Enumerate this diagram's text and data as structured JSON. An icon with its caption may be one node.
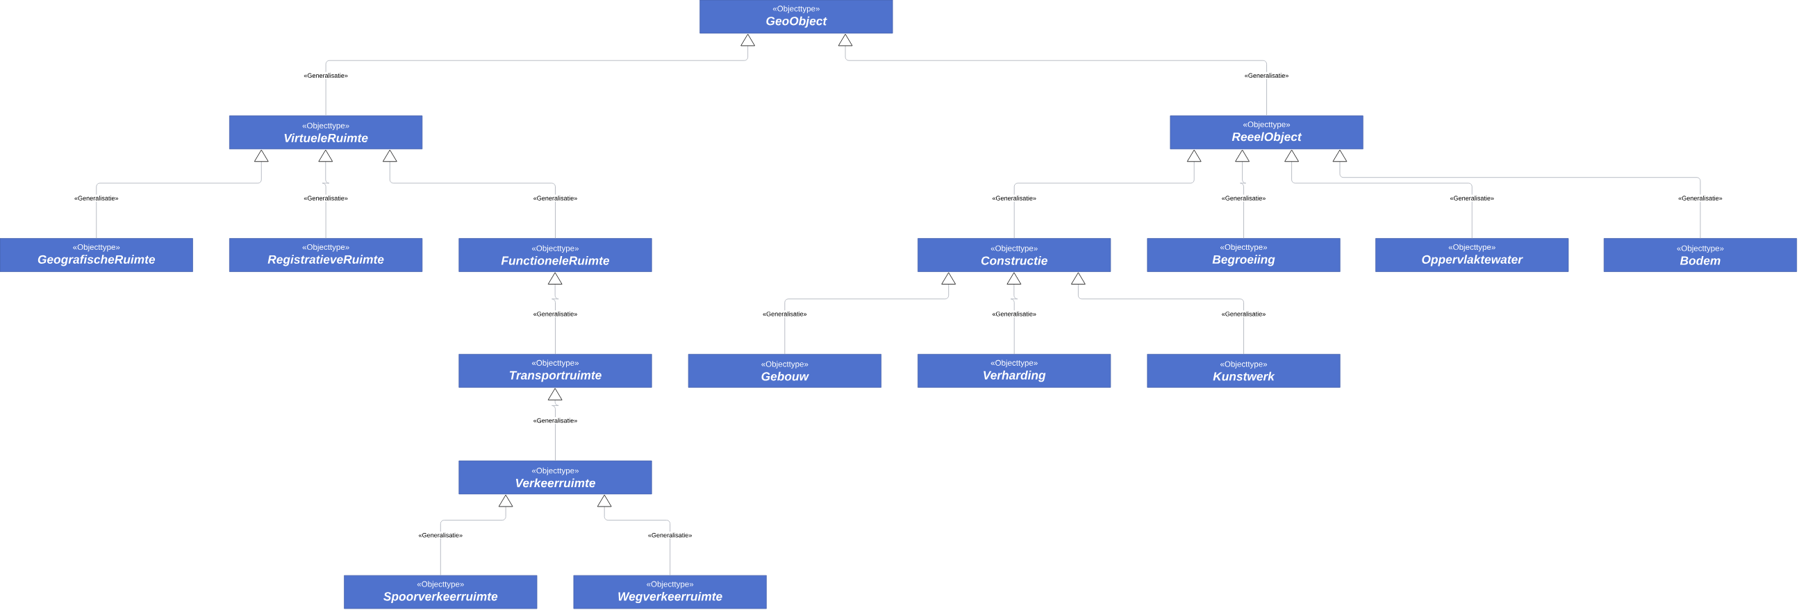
{
  "diagram": {
    "nodes": [
      {
        "text": [
          "«Objecttype»",
          "GeoObject"
        ]
      },
      {
        "text": [
          "«Objecttype»",
          "VirtueleRuimte"
        ]
      },
      {
        "text": [
          "«Objecttype»",
          "ReeelObject"
        ]
      },
      {
        "text": [
          "«Objecttype»",
          "GeografischeRuimte"
        ]
      },
      {
        "text": [
          "«Objecttype»",
          "RegistratieveRuimte"
        ]
      },
      {
        "text": [
          "«Objecttype»",
          "FunctioneleRuimte"
        ]
      },
      {
        "text": [
          "«Objecttype»",
          "Constructie"
        ]
      },
      {
        "text": [
          "«Objecttype»",
          "Begroeiing"
        ]
      },
      {
        "text": [
          "«Objecttype»",
          "Oppervlaktewater"
        ]
      },
      {
        "text": [
          "«Objecttype»",
          "Bodem"
        ]
      },
      {
        "text": [
          "«Objecttype»",
          "Transportruimte"
        ]
      },
      {
        "text": [
          "«Objecttype»",
          "Gebouw"
        ]
      },
      {
        "text": [
          "«Objecttype»",
          "Verharding"
        ]
      },
      {
        "text": [
          "«Objecttype»",
          "Kunstwerk"
        ]
      },
      {
        "text": [
          "«Objecttype»",
          "Verkeerruimte"
        ]
      },
      {
        "text": [
          "«Objecttype»",
          "Spoorverkeerruimte"
        ]
      },
      {
        "text": [
          "«Objecttype»",
          "Wegverkeerruimte"
        ]
      }
    ],
    "edges": [
      {
        "from": 1,
        "to": 0,
        "arrow": "to",
        "label": "«Generalisatie»"
      },
      {
        "from": 2,
        "to": 0,
        "arrow": "to",
        "label": "«Generalisatie»"
      },
      {
        "from": 3,
        "to": 1,
        "arrow": "to",
        "label": "«Generalisatie»"
      },
      {
        "from": 4,
        "to": 1,
        "arrow": "to",
        "label": "«Generalisatie»"
      },
      {
        "from": 5,
        "to": 1,
        "arrow": "to",
        "label": "«Generalisatie»"
      },
      {
        "from": 6,
        "to": 2,
        "arrow": "to",
        "label": "«Generalisatie»"
      },
      {
        "from": 7,
        "to": 2,
        "arrow": "to",
        "label": "«Generalisatie»"
      },
      {
        "from": 8,
        "to": 2,
        "arrow": "to",
        "label": "«Generalisatie»"
      },
      {
        "from": 9,
        "to": 2,
        "arrow": "to",
        "label": "«Generalisatie»"
      },
      {
        "from": 10,
        "to": 5,
        "arrow": "to",
        "label": "«Generalisatie»"
      },
      {
        "from": 11,
        "to": 6,
        "arrow": "to",
        "label": "«Generalisatie»"
      },
      {
        "from": 12,
        "to": 6,
        "arrow": "to",
        "label": "«Generalisatie»"
      },
      {
        "from": 13,
        "to": 6,
        "arrow": "to",
        "label": "«Generalisatie»"
      },
      {
        "from": 14,
        "to": 10,
        "arrow": "to",
        "label": "«Generalisatie»"
      },
      {
        "from": 15,
        "to": 14,
        "arrow": "to",
        "label": "«Generalisatie»"
      },
      {
        "from": 16,
        "to": 14,
        "arrow": "to",
        "label": "«Generalisatie»"
      }
    ]
  }
}
